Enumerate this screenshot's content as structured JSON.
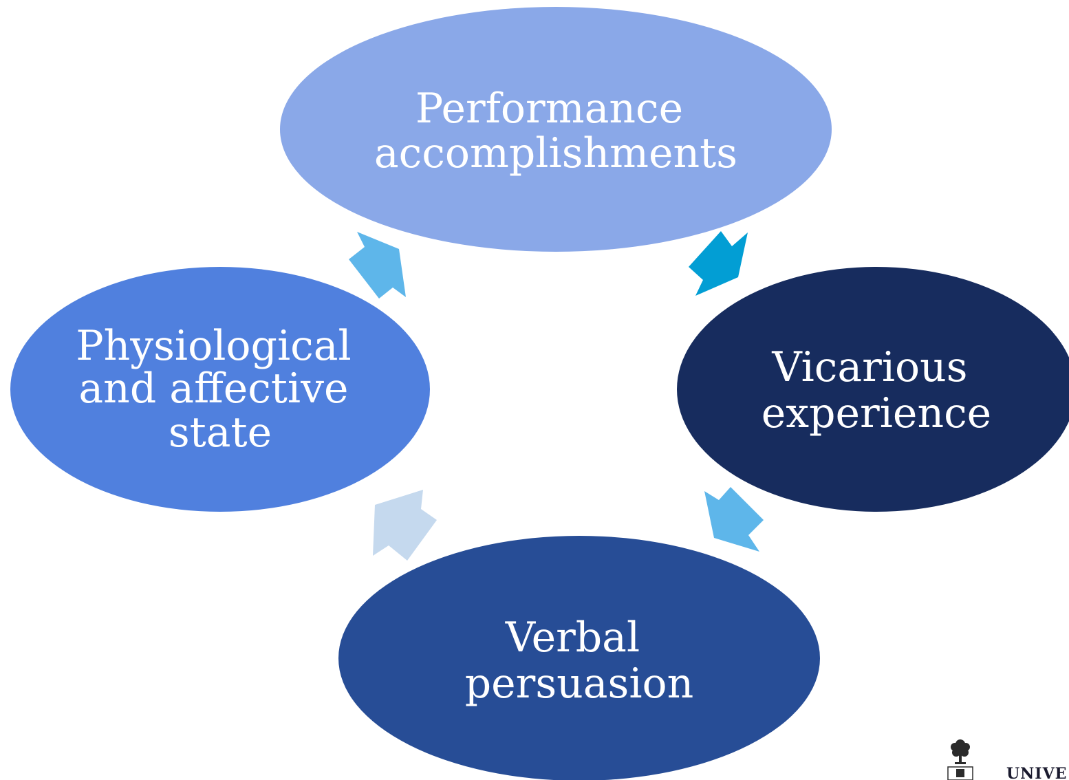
{
  "diagram": {
    "nodes": [
      {
        "id": "performance",
        "lines": [
          "Performance",
          "accomplishments"
        ],
        "color": "#8aa8e8"
      },
      {
        "id": "vicarious",
        "lines": [
          "Vicarious",
          "experience"
        ],
        "color": "#172c5e"
      },
      {
        "id": "verbal",
        "lines": [
          "Verbal",
          "persuasion"
        ],
        "color": "#274d96"
      },
      {
        "id": "physiological",
        "lines": [
          "Physiological",
          "and affective",
          "state"
        ],
        "color": "#5080de"
      }
    ],
    "arrows": [
      {
        "from": "performance",
        "to": "vicarious",
        "color": "#029ed4"
      },
      {
        "from": "vicarious",
        "to": "verbal",
        "color": "#5eb6ea"
      },
      {
        "from": "verbal",
        "to": "physiological",
        "color": "#c5d9ee"
      },
      {
        "from": "physiological",
        "to": "performance",
        "color": "#5eb6ea"
      }
    ]
  },
  "logo": {
    "icon": "tree-crest-icon",
    "text": "UNIVE"
  }
}
